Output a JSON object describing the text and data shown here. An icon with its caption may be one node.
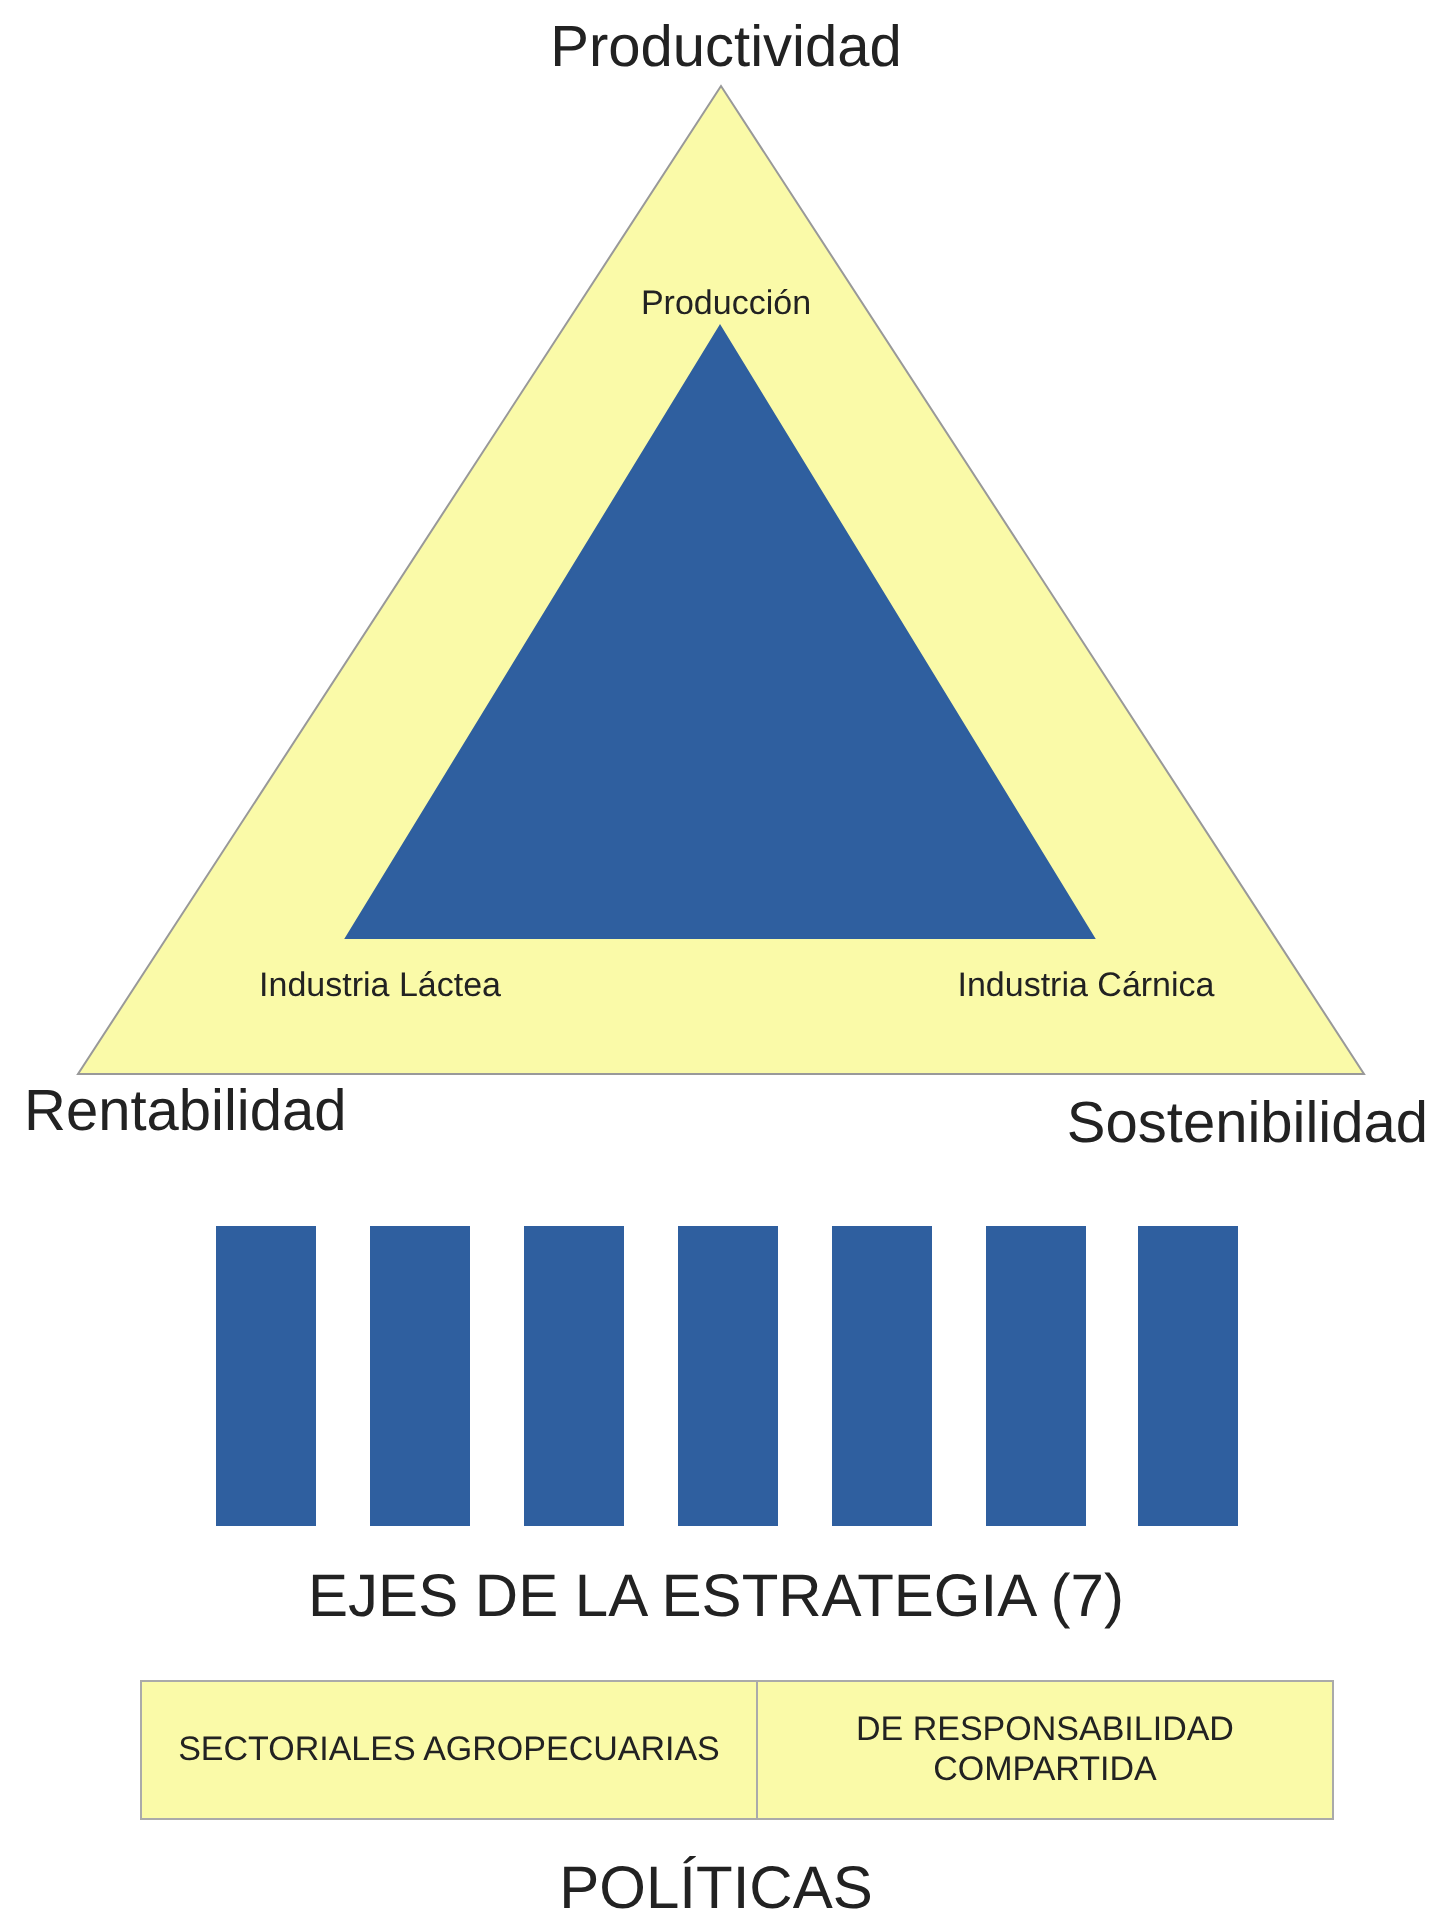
{
  "diagram": {
    "nodes": [
      {
        "text": [],
        "shape": "triangle"
      },
      {
        "text": [],
        "shape": "triangle",
        "in": 0
      },
      {
        "text": [],
        "shape": "bar"
      },
      {
        "text": [],
        "shape": "bar"
      },
      {
        "text": [],
        "shape": "bar"
      },
      {
        "text": [],
        "shape": "bar"
      },
      {
        "text": [],
        "shape": "bar"
      },
      {
        "text": [],
        "shape": "bar"
      },
      {
        "text": [],
        "shape": "bar"
      },
      {
        "text": [
          "SECTORIALES AGROPECUARIAS"
        ]
      },
      {
        "text": [
          "DE RESPONSABILIDAD COMPARTIDA"
        ]
      }
    ],
    "labels": [
      "Productividad",
      "Producción",
      "Industria Láctea",
      "Industria Cárnica",
      "Rentabilidad",
      "Sostenibilidad",
      "EJES DE LA ESTRATEGIA (7)",
      "POLÍTICAS"
    ]
  }
}
